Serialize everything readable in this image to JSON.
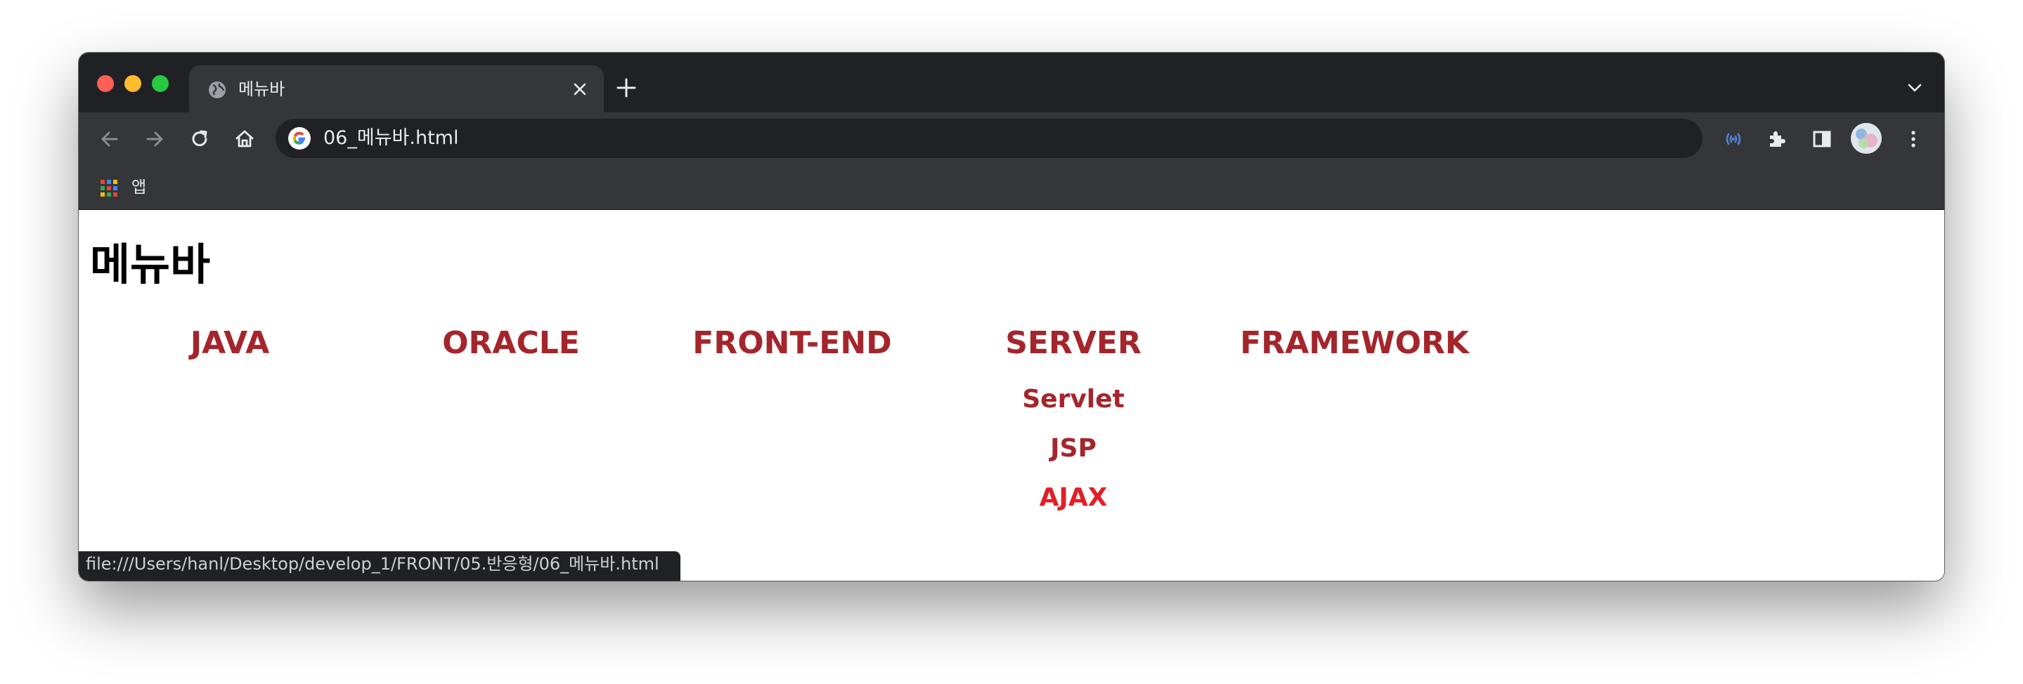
{
  "browser": {
    "tab": {
      "title": "메뉴바",
      "favicon": "globe-icon"
    },
    "address_bar": {
      "url": "06_메뉴바.html",
      "site_icon": "google-icon"
    },
    "bookmarks": [
      {
        "label": "앱",
        "icon": "apps-grid-icon"
      }
    ],
    "status_url": "file:///Users/hanl/Desktop/develop_1/FRONT/05.반응형/06_메뉴바.html",
    "toolbar_icons": [
      "back-icon",
      "forward-icon",
      "reload-icon",
      "home-icon",
      "cast-icon",
      "extensions-icon",
      "side-panel-icon",
      "profile-avatar",
      "menu-icon"
    ]
  },
  "page": {
    "heading": "메뉴바",
    "menu": [
      {
        "label": "JAVA",
        "submenu": []
      },
      {
        "label": "ORACLE",
        "submenu": []
      },
      {
        "label": "FRONT-END",
        "submenu": []
      },
      {
        "label": "SERVER",
        "submenu": [
          "Servlet",
          "JSP",
          "AJAX"
        ]
      },
      {
        "label": "FRAMEWORK",
        "submenu": []
      }
    ],
    "hovered_item": "AJAX"
  },
  "colors": {
    "menu_text": "#a4252b",
    "menu_hover": "#e21f26",
    "tabstrip_bg": "#202124",
    "toolbar_bg": "#35363a"
  }
}
